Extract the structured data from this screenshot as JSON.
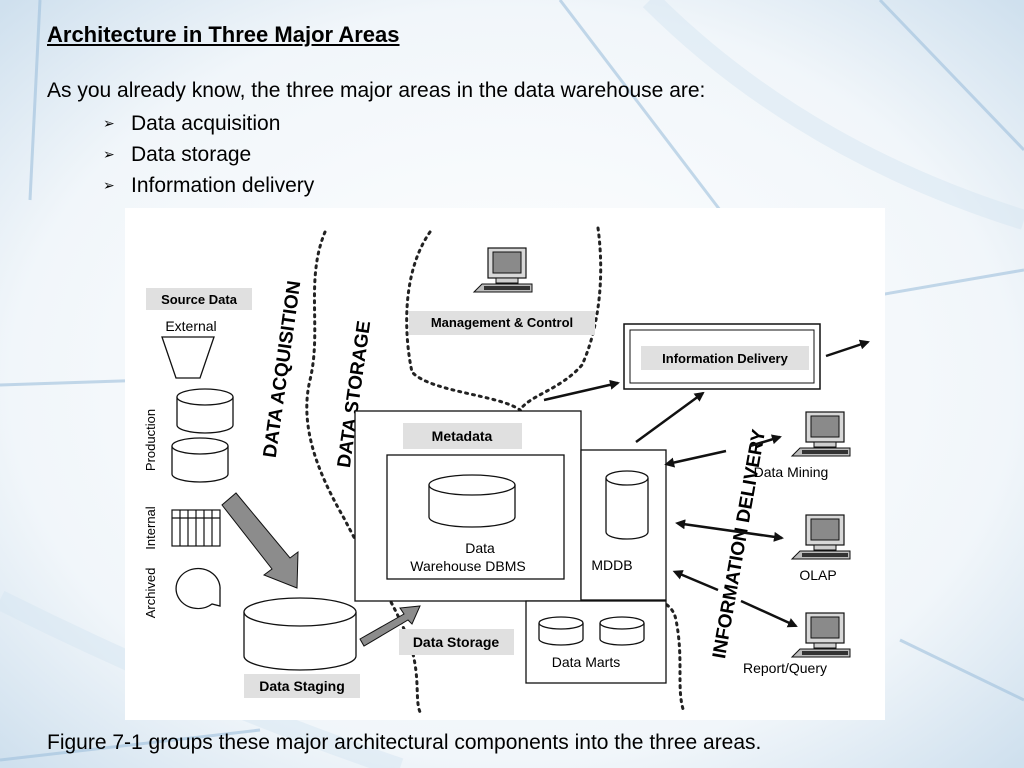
{
  "slide": {
    "title": "Architecture in Three Major Areas",
    "intro": "As you already know, the three major areas in the data warehouse are:",
    "bullets": [
      "Data acquisition",
      "Data storage",
      "Information delivery"
    ],
    "caption": "Figure 7-1 groups these major architectural components into the three areas."
  },
  "figure": {
    "source_data": "Source Data",
    "external": "External",
    "production": "Production",
    "internal": "Internal",
    "archived": "Archived",
    "data_acquisition": "DATA ACQUISITION",
    "data_storage_zone": "DATA STORAGE",
    "information_delivery_zone": "INFORMATION DELIVERY",
    "management_control": "Management & Control",
    "metadata": "Metadata",
    "dw_dbms_line1": "Data",
    "dw_dbms_line2": "Warehouse DBMS",
    "mddb": "MDDB",
    "data_storage_box": "Data Storage",
    "data_marts": "Data Marts",
    "data_staging": "Data Staging",
    "information_delivery_box": "Information Delivery",
    "data_mining": "Data Mining",
    "olap": "OLAP",
    "report_query": "Report/Query"
  },
  "colors": {
    "label_bg": "#e0e0e0",
    "arrow_fill": "#8c8c8c",
    "line": "#222222"
  }
}
